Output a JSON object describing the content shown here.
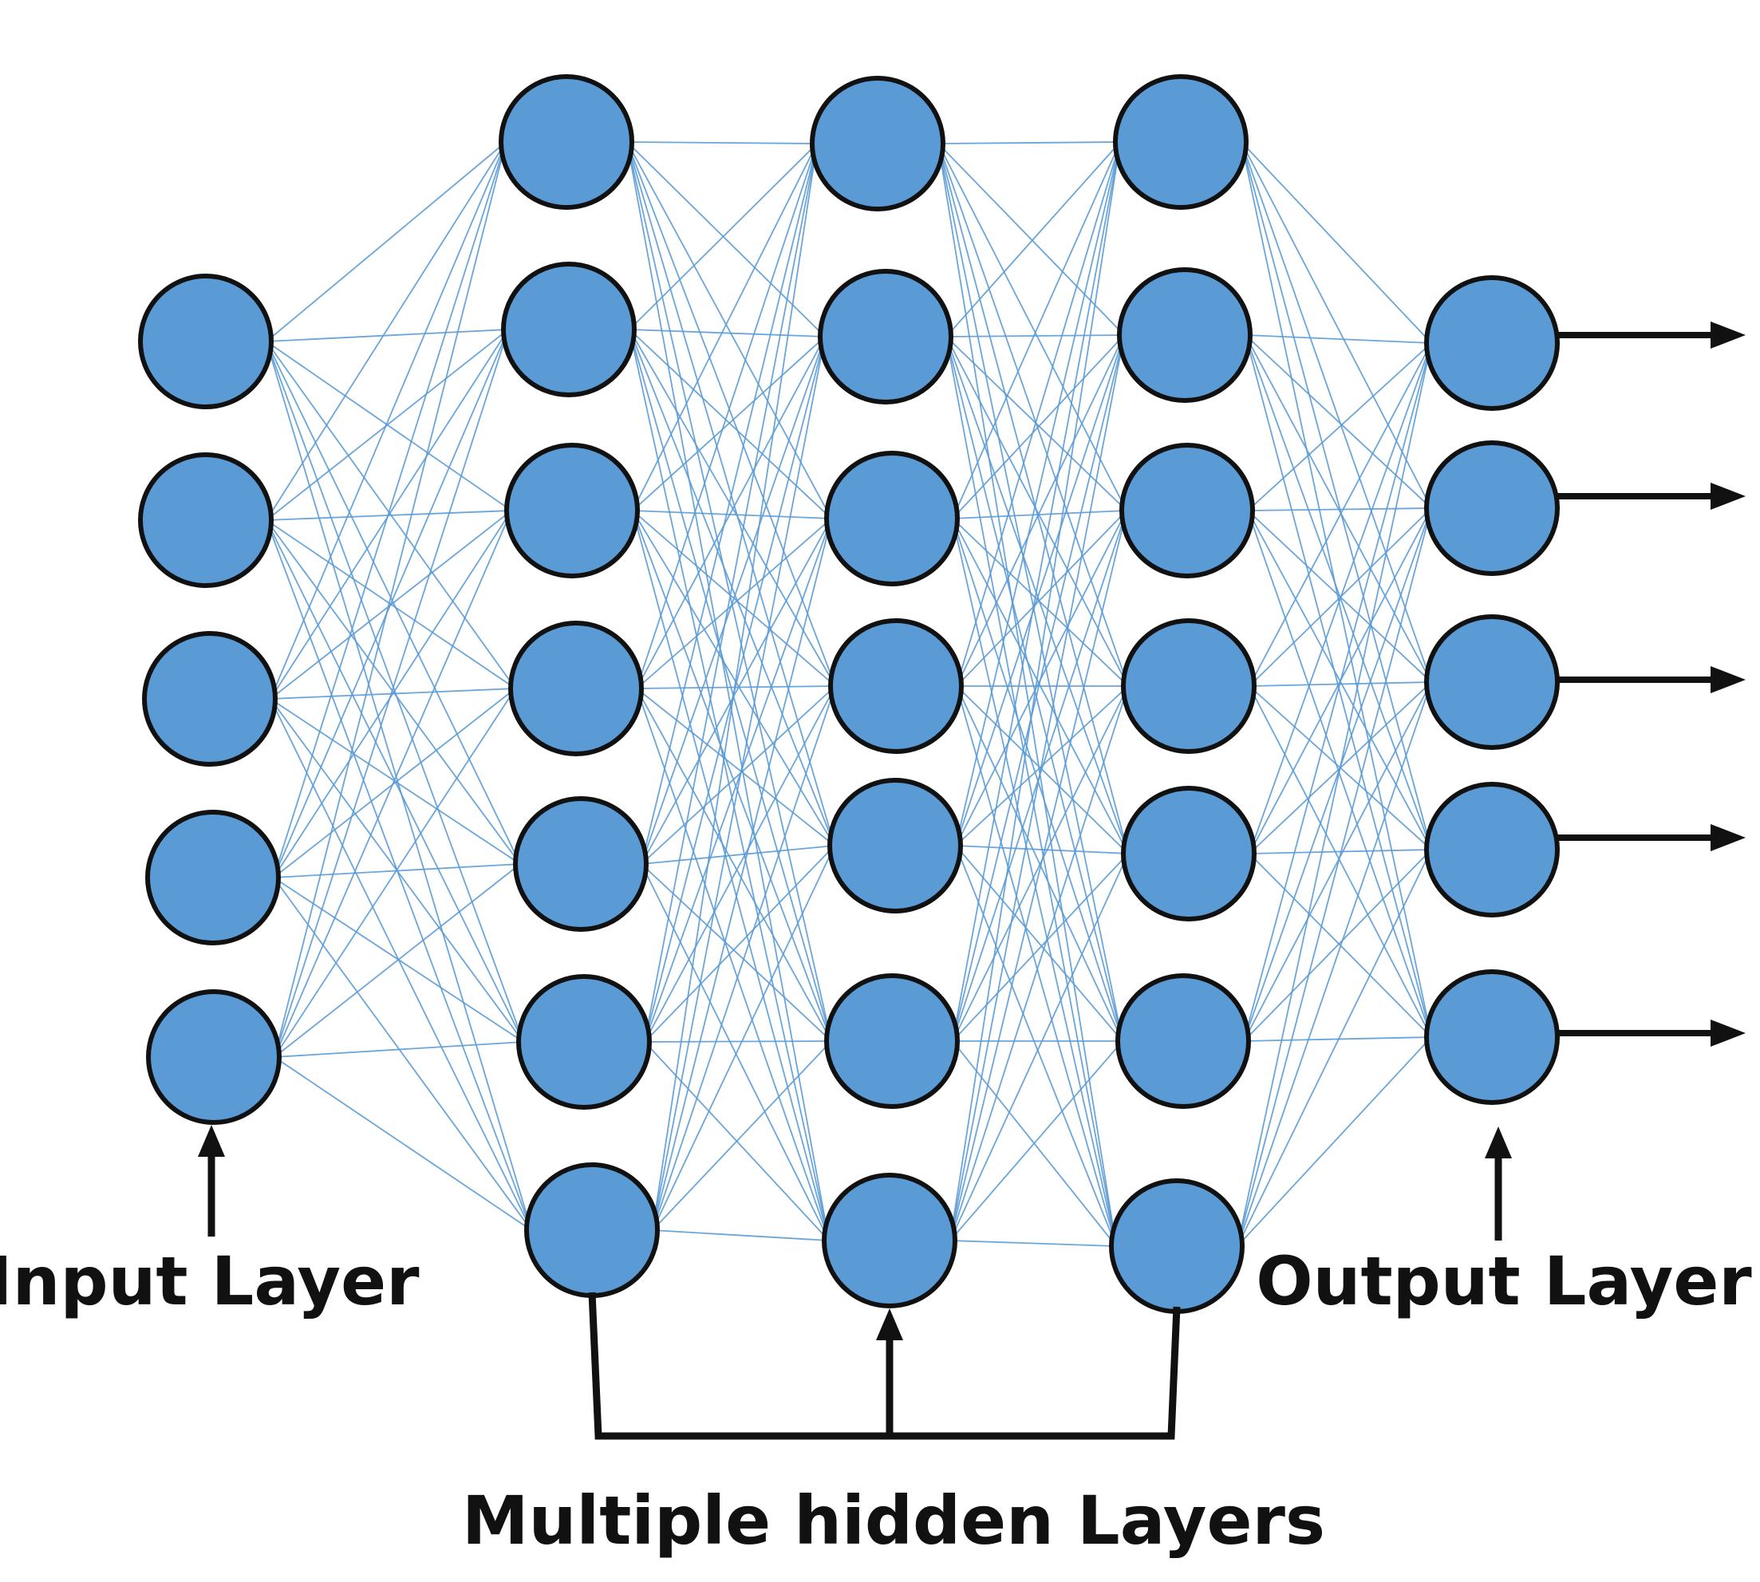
{
  "diagram": {
    "type": "neural-network",
    "layers": [
      {
        "role": "input",
        "nodes": 5
      },
      {
        "role": "hidden",
        "nodes": 7
      },
      {
        "role": "hidden",
        "nodes": 7
      },
      {
        "role": "hidden",
        "nodes": 7
      },
      {
        "role": "output",
        "nodes": 5
      }
    ],
    "labels": {
      "input": "Input Layer",
      "output": "Output Layer",
      "hidden": "Multiple hidden Layers"
    },
    "colors": {
      "node_fill": "#5b9bd5",
      "node_stroke": "#111111",
      "edge": "#5b9bd5",
      "arrow": "#111111"
    }
  }
}
